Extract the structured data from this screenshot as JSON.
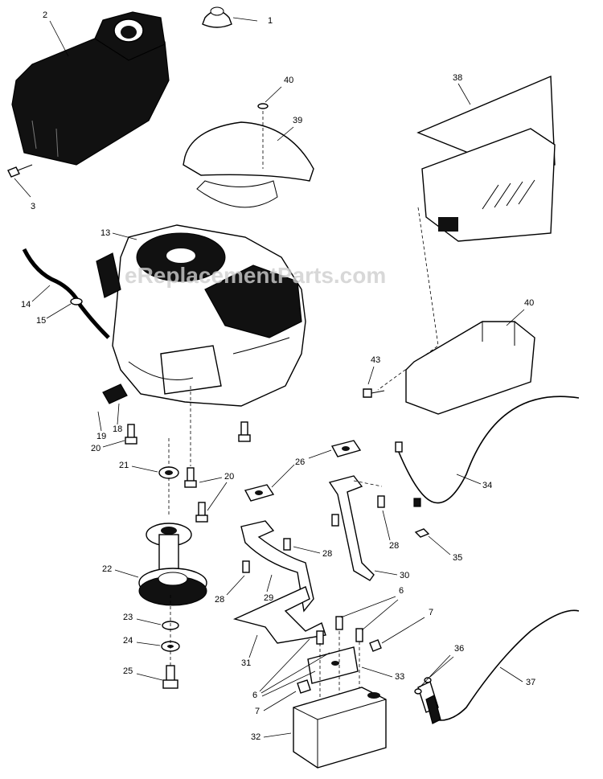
{
  "watermark": "eReplacementParts.com",
  "callouts": {
    "c1": "1",
    "c2": "2",
    "c3": "3",
    "c40a": "40",
    "c39": "39",
    "c38": "38",
    "c13": "13",
    "c14": "14",
    "c15": "15",
    "c40b": "40",
    "c43": "43",
    "c18": "18",
    "c19": "19",
    "c20a": "20",
    "c21": "21",
    "c20b": "20",
    "c26": "26",
    "c34": "34",
    "c28a": "28",
    "c28b": "28",
    "c28c": "28",
    "c35": "35",
    "c22": "22",
    "c29": "29",
    "c30": "30",
    "c6a": "6",
    "c7a": "7",
    "c23": "23",
    "c24": "24",
    "c31": "31",
    "c36": "36",
    "c25": "25",
    "c33": "33",
    "c37": "37",
    "c6b": "6",
    "c7b": "7",
    "c32": "32"
  }
}
